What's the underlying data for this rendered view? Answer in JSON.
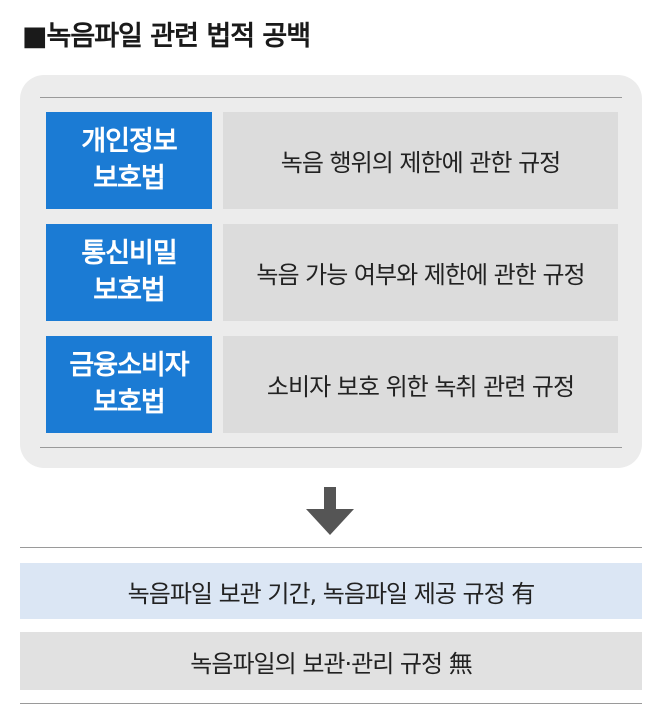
{
  "title": "■녹음파일 관련 법적 공백",
  "rows": [
    {
      "law": "개인정보\n보호법",
      "desc": "녹음 행위의 제한에 관한 규정"
    },
    {
      "law": "통신비밀\n보호법",
      "desc": "녹음 가능 여부와 제한에 관한 규정"
    },
    {
      "law": "금융소비자\n보호법",
      "desc": "소비자 보호 위한 녹취 관련 규정"
    }
  ],
  "arrow_icon": "down-arrow-icon",
  "conclusions": [
    {
      "text": "녹음파일 보관 기간, 녹음파일 제공 규정 有"
    },
    {
      "text": "녹음파일의 보관·관리 규정 無"
    }
  ],
  "colors": {
    "law_header": "#1b7bd4",
    "panel": "#ececec",
    "description_cell": "#dcdcdc",
    "conclusion_blue": "#dbe6f4",
    "conclusion_gray": "#e1e1e1"
  }
}
